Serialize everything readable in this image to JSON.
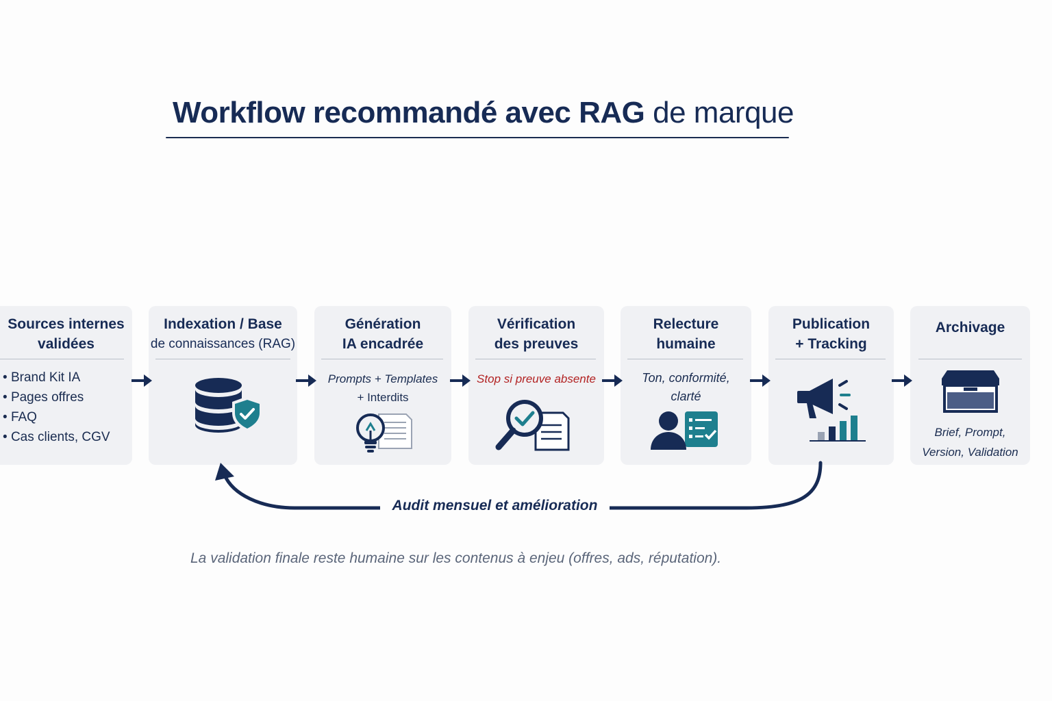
{
  "title": {
    "bold": "Workflow recommandé avec RAG",
    "light": "de marque"
  },
  "steps": [
    {
      "title_line1": "Sources internes",
      "title_line2": "validées",
      "bullets": [
        "Brand Kit IA",
        "Pages offres",
        "FAQ",
        "Cas clients, CGV"
      ]
    },
    {
      "title_line1": "Indexation / Base",
      "title_line2": "de connaissances (RAG)",
      "icon": "database-shield-icon"
    },
    {
      "title_line1": "Génération",
      "title_line2": "IA encadrée",
      "text_line1": "Prompts + Templates",
      "text_line2": "+ Interdits",
      "icon": "lightbulb-document-icon"
    },
    {
      "title_line1": "Vérification",
      "title_line2": "des preuves",
      "text_line1": "Stop si preuve absente",
      "icon": "magnifier-check-icon"
    },
    {
      "title_line1": "Relecture",
      "title_line2": "humaine",
      "text_line1": "Ton, conformité,",
      "text_line2": "clarté",
      "icon": "person-checklist-icon"
    },
    {
      "title_line1": "Publication",
      "title_line2": "+ Tracking",
      "icon": "megaphone-chart-icon"
    },
    {
      "title_line1": "Archivage",
      "text_line1": "Brief, Prompt,",
      "text_line2": "Version, Validation",
      "icon": "archive-box-icon"
    }
  ],
  "loop_label": "Audit mensuel et amélioration",
  "footnote": "La validation finale reste humaine sur les contenus à enjeu  (offres, ads, réputation).",
  "colors": {
    "navy": "#172b55",
    "teal": "#1e7f8e",
    "card": "#f0f1f4",
    "alert": "#b22222"
  }
}
